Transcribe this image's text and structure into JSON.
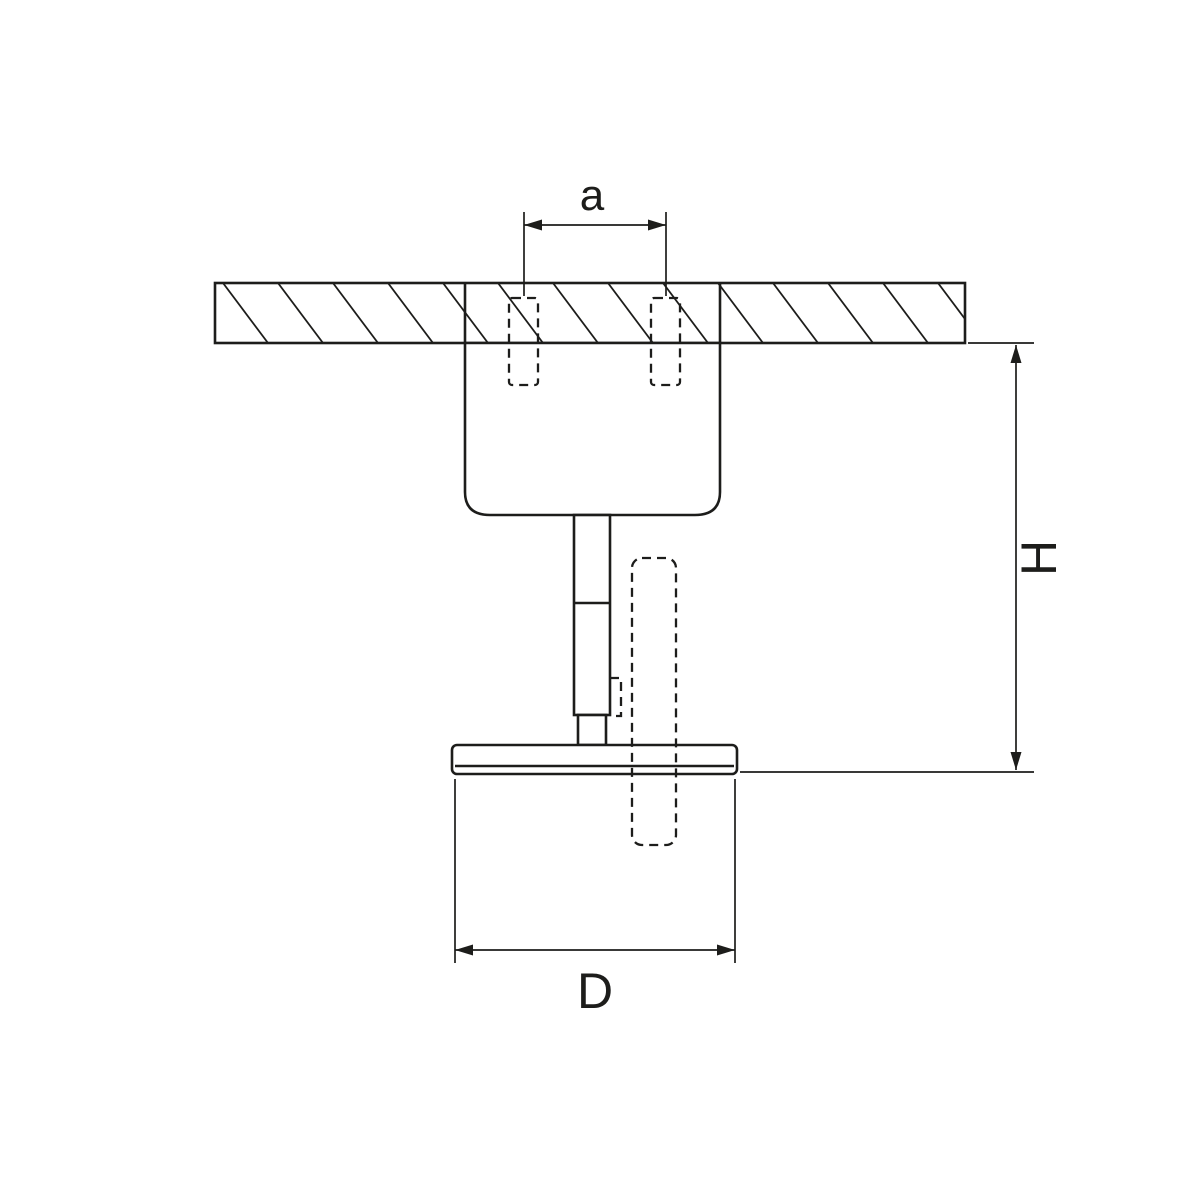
{
  "diagram": {
    "type": "technical-dimension-drawing",
    "subject": "ceiling-mounted-swivel-spot-light-side-view",
    "line_color": "#1d1d1b",
    "background_color": "#ffffff",
    "labels": {
      "dim_a": "a",
      "dim_h": "H",
      "dim_d": "D"
    }
  }
}
